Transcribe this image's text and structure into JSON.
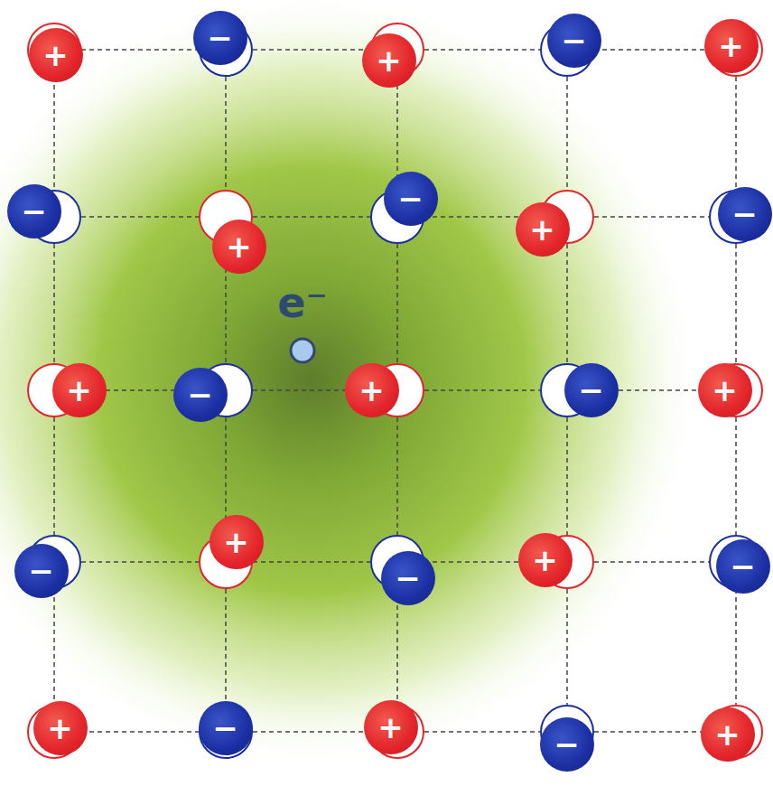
{
  "diagram": {
    "nodes": [
      {
        "text": [
          "+"
        ]
      },
      {
        "text": [
          "−"
        ]
      },
      {
        "text": [
          "+"
        ]
      },
      {
        "text": [
          "−"
        ]
      },
      {
        "text": [
          "+"
        ]
      },
      {
        "text": [
          "−"
        ]
      },
      {
        "text": [
          "+"
        ]
      },
      {
        "text": [
          "−"
        ]
      },
      {
        "text": [
          "+"
        ]
      },
      {
        "text": [
          "−"
        ]
      },
      {
        "text": [
          "+"
        ]
      },
      {
        "text": [
          "−"
        ]
      },
      {
        "text": [
          "+"
        ]
      },
      {
        "text": [
          "−"
        ]
      },
      {
        "text": [
          "+"
        ]
      },
      {
        "text": [
          "−"
        ]
      },
      {
        "text": [
          "+"
        ]
      },
      {
        "text": [
          "−"
        ]
      },
      {
        "text": [
          "+"
        ]
      },
      {
        "text": [
          "−"
        ]
      },
      {
        "text": [
          "+"
        ]
      },
      {
        "text": [
          "−"
        ]
      },
      {
        "text": [
          "+"
        ]
      },
      {
        "text": [
          "−"
        ]
      },
      {
        "text": [
          "+"
        ]
      }
    ],
    "edges": [
      {
        "from": 0,
        "to": 1,
        "arrow": "none"
      },
      {
        "from": 1,
        "to": 2,
        "arrow": "none"
      },
      {
        "from": 2,
        "to": 3,
        "arrow": "none"
      },
      {
        "from": 3,
        "to": 4,
        "arrow": "none"
      },
      {
        "from": 5,
        "to": 6,
        "arrow": "none"
      },
      {
        "from": 6,
        "to": 7,
        "arrow": "none"
      },
      {
        "from": 7,
        "to": 8,
        "arrow": "none"
      },
      {
        "from": 8,
        "to": 9,
        "arrow": "none"
      },
      {
        "from": 10,
        "to": 11,
        "arrow": "none"
      },
      {
        "from": 11,
        "to": 12,
        "arrow": "none"
      },
      {
        "from": 12,
        "to": 13,
        "arrow": "none"
      },
      {
        "from": 13,
        "to": 14,
        "arrow": "none"
      },
      {
        "from": 15,
        "to": 16,
        "arrow": "none"
      },
      {
        "from": 16,
        "to": 17,
        "arrow": "none"
      },
      {
        "from": 17,
        "to": 18,
        "arrow": "none"
      },
      {
        "from": 18,
        "to": 19,
        "arrow": "none"
      },
      {
        "from": 20,
        "to": 21,
        "arrow": "none"
      },
      {
        "from": 21,
        "to": 22,
        "arrow": "none"
      },
      {
        "from": 22,
        "to": 23,
        "arrow": "none"
      },
      {
        "from": 23,
        "to": 24,
        "arrow": "none"
      },
      {
        "from": 0,
        "to": 5,
        "arrow": "none"
      },
      {
        "from": 5,
        "to": 10,
        "arrow": "none"
      },
      {
        "from": 10,
        "to": 15,
        "arrow": "none"
      },
      {
        "from": 15,
        "to": 20,
        "arrow": "none"
      },
      {
        "from": 1,
        "to": 6,
        "arrow": "none"
      },
      {
        "from": 6,
        "to": 11,
        "arrow": "none"
      },
      {
        "from": 11,
        "to": 16,
        "arrow": "none"
      },
      {
        "from": 16,
        "to": 21,
        "arrow": "none"
      },
      {
        "from": 2,
        "to": 7,
        "arrow": "none"
      },
      {
        "from": 7,
        "to": 12,
        "arrow": "none"
      },
      {
        "from": 12,
        "to": 17,
        "arrow": "none"
      },
      {
        "from": 17,
        "to": 22,
        "arrow": "none"
      },
      {
        "from": 3,
        "to": 8,
        "arrow": "none"
      },
      {
        "from": 8,
        "to": 13,
        "arrow": "none"
      },
      {
        "from": 13,
        "to": 18,
        "arrow": "none"
      },
      {
        "from": 18,
        "to": 23,
        "arrow": "none"
      },
      {
        "from": 4,
        "to": 9,
        "arrow": "none"
      },
      {
        "from": 9,
        "to": 14,
        "arrow": "none"
      },
      {
        "from": 14,
        "to": 19,
        "arrow": "none"
      },
      {
        "from": 19,
        "to": 24,
        "arrow": "none"
      }
    ],
    "labels": [
      "e⁻"
    ]
  }
}
